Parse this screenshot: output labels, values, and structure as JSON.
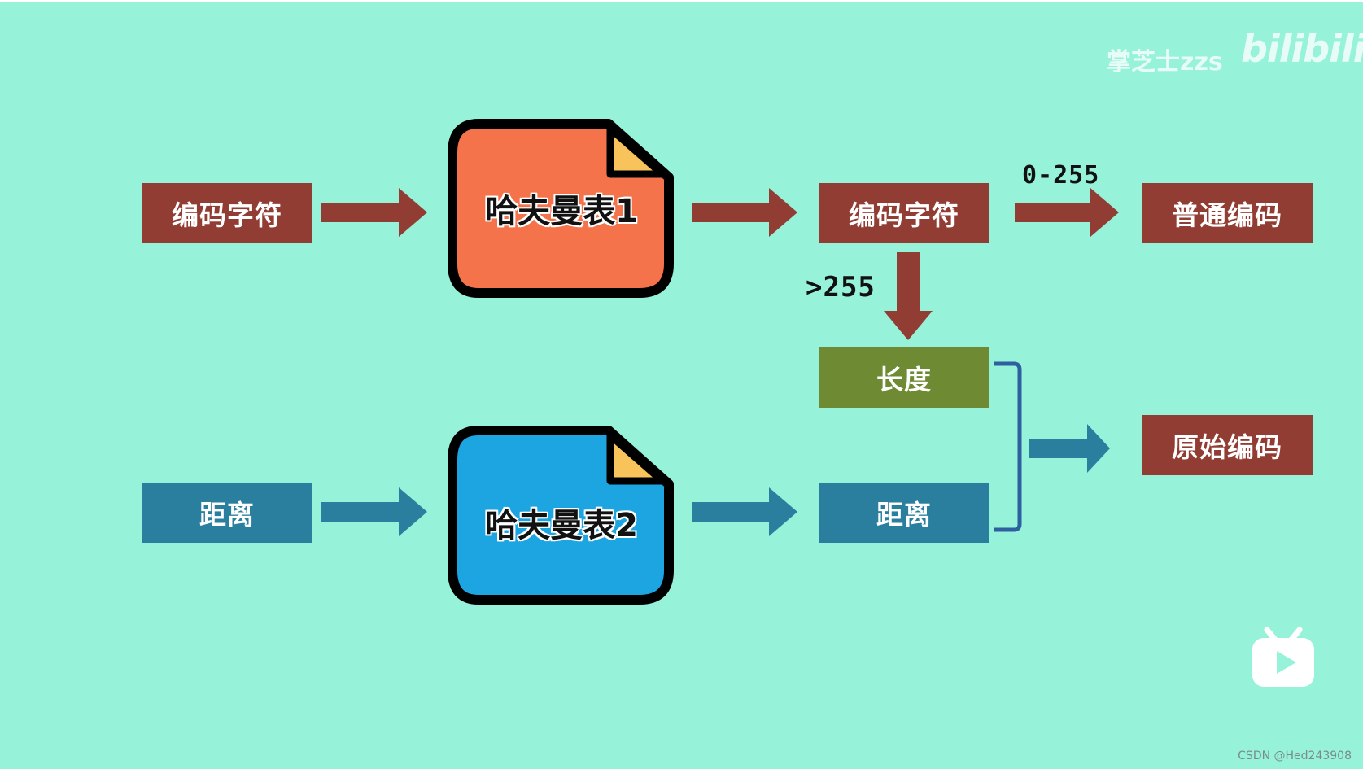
{
  "diagram": {
    "row1": {
      "input_label": "编码字符",
      "table_label": "哈夫曼表1",
      "output_label": "编码字符",
      "normal_label": "普通编码",
      "range_label": "0-255"
    },
    "branch": {
      "condition_label": ">255",
      "length_label": "长度"
    },
    "row2": {
      "input_label": "距离",
      "table_label": "哈夫曼表2",
      "output_label": "距离"
    },
    "raw_label": "原始编码"
  },
  "watermark": {
    "author": "掌芝士zzs",
    "brand": "bilibili"
  },
  "credit": "CSDN @Hed243908",
  "colors": {
    "background": "#97f2da",
    "red_box": "#923d33",
    "blue_box": "#2a7f9e",
    "green_box": "#6e8a33",
    "table1_fill": "#f5734a",
    "table2_fill": "#1da5e2",
    "fold_corner": "#f7c35a"
  }
}
